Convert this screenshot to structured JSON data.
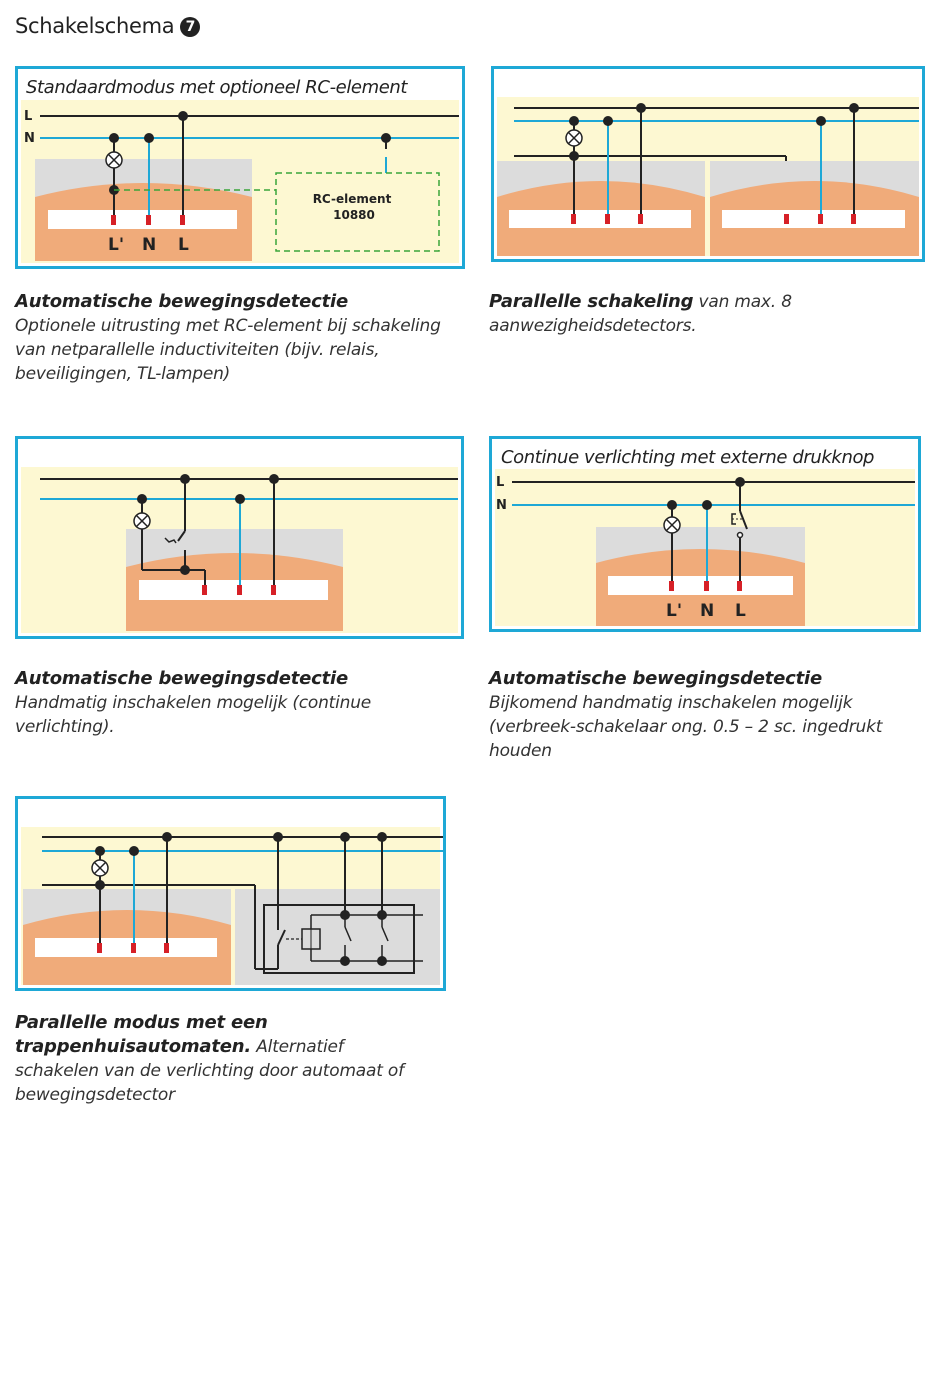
{
  "page": {
    "title": "Schakelschema",
    "badge": "7"
  },
  "diagrams": {
    "d1": {
      "title": "Standaardmodus met optioneel RC-element",
      "line_L": "L",
      "line_N": "N",
      "terminals": [
        "L'",
        "N",
        "L"
      ],
      "rc_label": "RC-element",
      "rc_number": "10880"
    },
    "d4": {
      "title": "Continue verlichting met externe drukknop",
      "line_L": "L",
      "line_N": "N",
      "terminals": [
        "L'",
        "N",
        "L"
      ]
    }
  },
  "captions": {
    "c1": {
      "heading": "Automatische bewegingsdetectie",
      "text": "Optionele uitrusting met RC-element bij schakeling van netparallelle inductiviteiten (bijv. relais, beveiligingen,  TL-lampen)"
    },
    "c2": {
      "heading": "Parallelle schakeling",
      "text": " van max. 8 aanwezigheidsdetectors."
    },
    "c3": {
      "heading": "Automatische bewegingsdetectie",
      "text": "Handmatig inschakelen mogelijk (continue verlichting)."
    },
    "c4": {
      "heading": "Automatische bewegingsdetectie",
      "text": "Bijkomend handmatig inschakelen mogelijk (verbreek-schakelaar ong. 0.5 – 2 sc. ingedrukt houden"
    },
    "c5": {
      "heading": "Parallelle modus met een trappenhuisautomaten.",
      "text": "  Alternatief schakelen van de verlichting door automaat of bewegingsdetector"
    }
  },
  "colors": {
    "frame": "#1ea8d6",
    "panel": "#fdf8d2",
    "neutral": "#1ea8d6",
    "device": "#f0ab7a",
    "device_back": "#dcdcdc",
    "terminal": "#d62027",
    "rc_dash": "#3aa53a"
  }
}
